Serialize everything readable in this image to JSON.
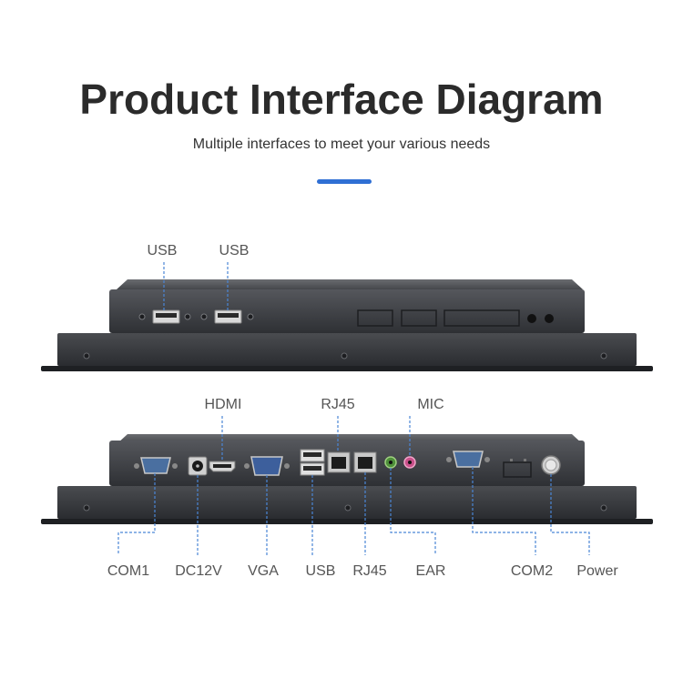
{
  "title": "Product Interface Diagram",
  "subtitle": "Multiple interfaces to meet your various needs",
  "colors": {
    "accent": "#2f6fd4",
    "leader_line": "#4a86d6",
    "chassis": "#3c3e42",
    "label_text": "#555555"
  },
  "top_view": {
    "labels": [
      "USB",
      "USB"
    ]
  },
  "bottom_view": {
    "top_labels": [
      "HDMI",
      "RJ45",
      "MIC"
    ],
    "bottom_labels": [
      "COM1",
      "DC12V",
      "VGA",
      "USB",
      "RJ45",
      "EAR",
      "COM2",
      "Power"
    ]
  }
}
